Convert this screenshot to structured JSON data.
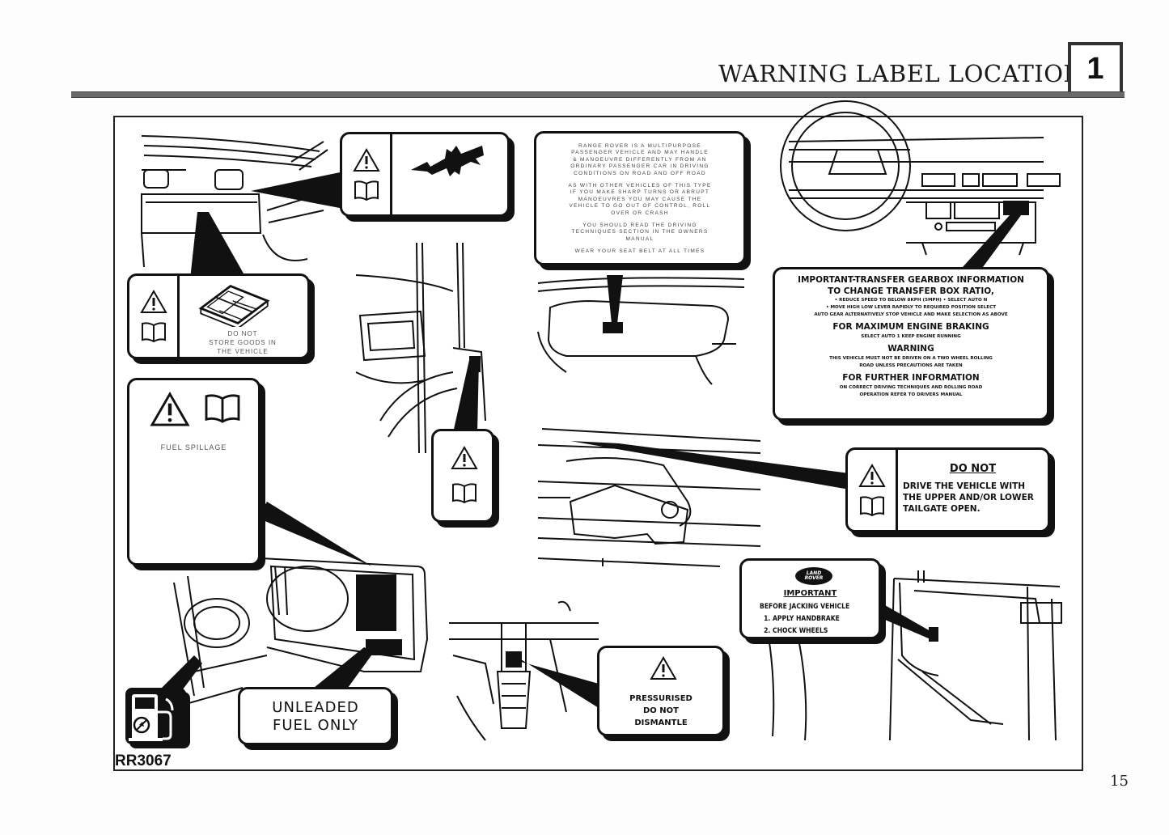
{
  "header": {
    "title": "WARNING LABEL LOCATION",
    "chapter": "1"
  },
  "page_number": "15",
  "figure_ref": "RR3067",
  "labels": {
    "seat_rail": {
      "icons": [
        "warning-triangle-icon",
        "owners-manual-icon"
      ],
      "pictogram": "seat-rail-pictogram"
    },
    "storage": {
      "icons": [
        "warning-triangle-icon",
        "owners-manual-icon"
      ],
      "text_lines": [
        "DO NOT",
        "STORE GOODS IN",
        "THE VEHICLE"
      ]
    },
    "fuel_spillage": {
      "icons": [
        "warning-triangle-icon",
        "owners-manual-icon"
      ],
      "text": "FUEL SPILLAGE"
    },
    "pillar": {
      "icons": [
        "warning-triangle-icon",
        "owners-manual-icon"
      ]
    },
    "sun_visor": {
      "paragraphs": [
        [
          "RANGE ROVER IS A MULTIPURPOSE",
          "PASSENGER VEHICLE AND MAY HANDLE",
          "& MANOEUVRE DIFFERENTLY FROM AN",
          "ORDINARY PASSENGER CAR IN DRIVING",
          "CONDITIONS ON ROAD AND OFF ROAD"
        ],
        [
          "AS WITH OTHER VEHICLES OF THIS TYPE",
          "IF YOU MAKE SHARP TURNS OR ABRUPT",
          "MANOEUVRES YOU MAY CAUSE THE",
          "VEHICLE TO GO OUT OF CONTROL, ROLL",
          "OVER OR CRASH"
        ],
        [
          "YOU SHOULD READ THE DRIVING",
          "TECHNIQUES SECTION IN THE OWNERS",
          "MANUAL"
        ],
        [
          "WEAR YOUR SEAT BELT AT ALL TIMES"
        ]
      ]
    },
    "transfer_gearbox": {
      "heading1": "IMPORTANT-TRANSFER GEARBOX INFORMATION",
      "heading2": "TO CHANGE TRANSFER BOX RATIO,",
      "steps": [
        "• REDUCE SPEED TO BELOW 8KPH (5MPH)  • SELECT AUTO N",
        "• MOVE HIGH LOW LEVER RAPIDLY TO REQUIRED POSITION SELECT",
        "AUTO GEAR  ALTERNATIVELY STOP VEHICLE AND MAKE SELECTION AS ABOVE"
      ],
      "braking_heading": "FOR MAXIMUM ENGINE BRAKING",
      "braking_text": "SELECT AUTO 1  KEEP ENGINE RUNNING",
      "warning_heading": "WARNING",
      "warning_lines": [
        "THIS VEHICLE MUST NOT BE DRIVEN ON A TWO WHEEL ROLLING",
        "ROAD UNLESS PRECAUTIONS ARE TAKEN"
      ],
      "info_heading": "FOR FURTHER INFORMATION",
      "info_lines": [
        "ON CORRECT DRIVING TECHNIQUES AND ROLLING ROAD",
        "OPERATION REFER TO DRIVERS MANUAL"
      ]
    },
    "tailgate": {
      "icons": [
        "warning-triangle-icon",
        "owners-manual-icon"
      ],
      "heading": "DO NOT",
      "lines": [
        "DRIVE THE VEHICLE WITH",
        "THE UPPER AND/OR LOWER",
        "TAILGATE OPEN."
      ]
    },
    "jacking": {
      "logo": "LAND ROVER",
      "heading": "IMPORTANT",
      "lines": [
        "BEFORE JACKING VEHICLE",
        "1. APPLY HANDBRAKE",
        "2. CHOCK WHEELS"
      ]
    },
    "pressurised": {
      "icons": [
        "warning-triangle-icon"
      ],
      "lines": [
        "PRESSURISED",
        "DO NOT",
        "DISMANTLE"
      ]
    },
    "unleaded": {
      "lines": [
        "UNLEADED",
        "FUEL ONLY"
      ]
    },
    "fuel_pump": {
      "icon": "unleaded-fuel-pump-icon"
    }
  }
}
